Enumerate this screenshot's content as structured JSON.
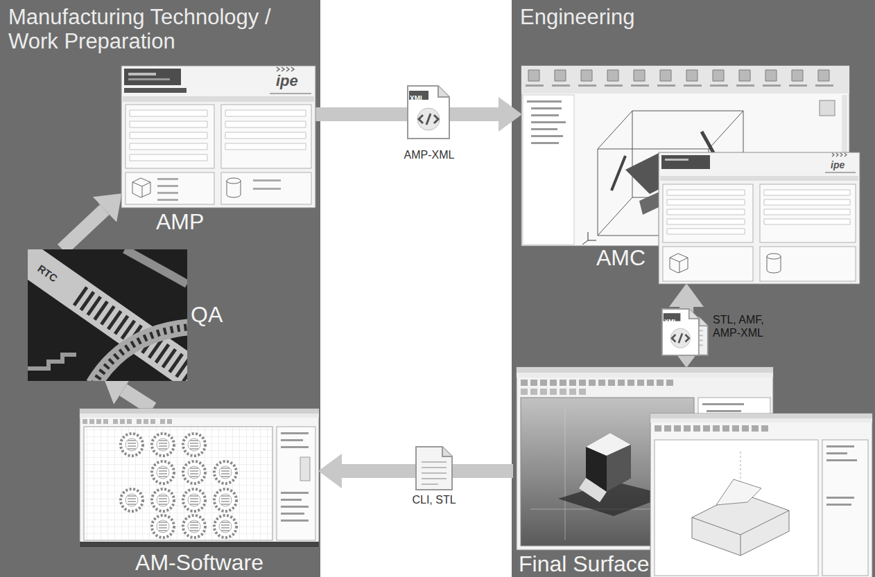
{
  "diagram": {
    "nodes": [
      {
        "text": [
          "Manufacturing Technology / Work Preparation"
        ]
      },
      {
        "text": [
          "AMP"
        ],
        "in": 0
      },
      {
        "text": [
          "QA"
        ],
        "in": 0
      },
      {
        "text": [
          "AM-Software"
        ],
        "in": 0
      },
      {
        "text": [
          "Engineering"
        ]
      },
      {
        "text": [
          "AMC"
        ],
        "in": 4
      },
      {
        "text": [
          "Final Surface"
        ],
        "in": 4
      }
    ],
    "edges": [
      {
        "from": 1,
        "to": 5,
        "label": "AMP-XML",
        "arrow": "to"
      },
      {
        "from": 5,
        "to": 6,
        "label": "STL, AMF, AMP-XML",
        "arrow": "both"
      },
      {
        "from": 6,
        "to": 3,
        "label": "CLI, STL",
        "arrow": "to"
      },
      {
        "from": 3,
        "to": 2,
        "arrow": "to"
      },
      {
        "from": 2,
        "to": 1,
        "arrow": "to"
      }
    ],
    "labels": [
      "ipe",
      "XML",
      "ipe",
      "XML",
      "RTC"
    ]
  }
}
